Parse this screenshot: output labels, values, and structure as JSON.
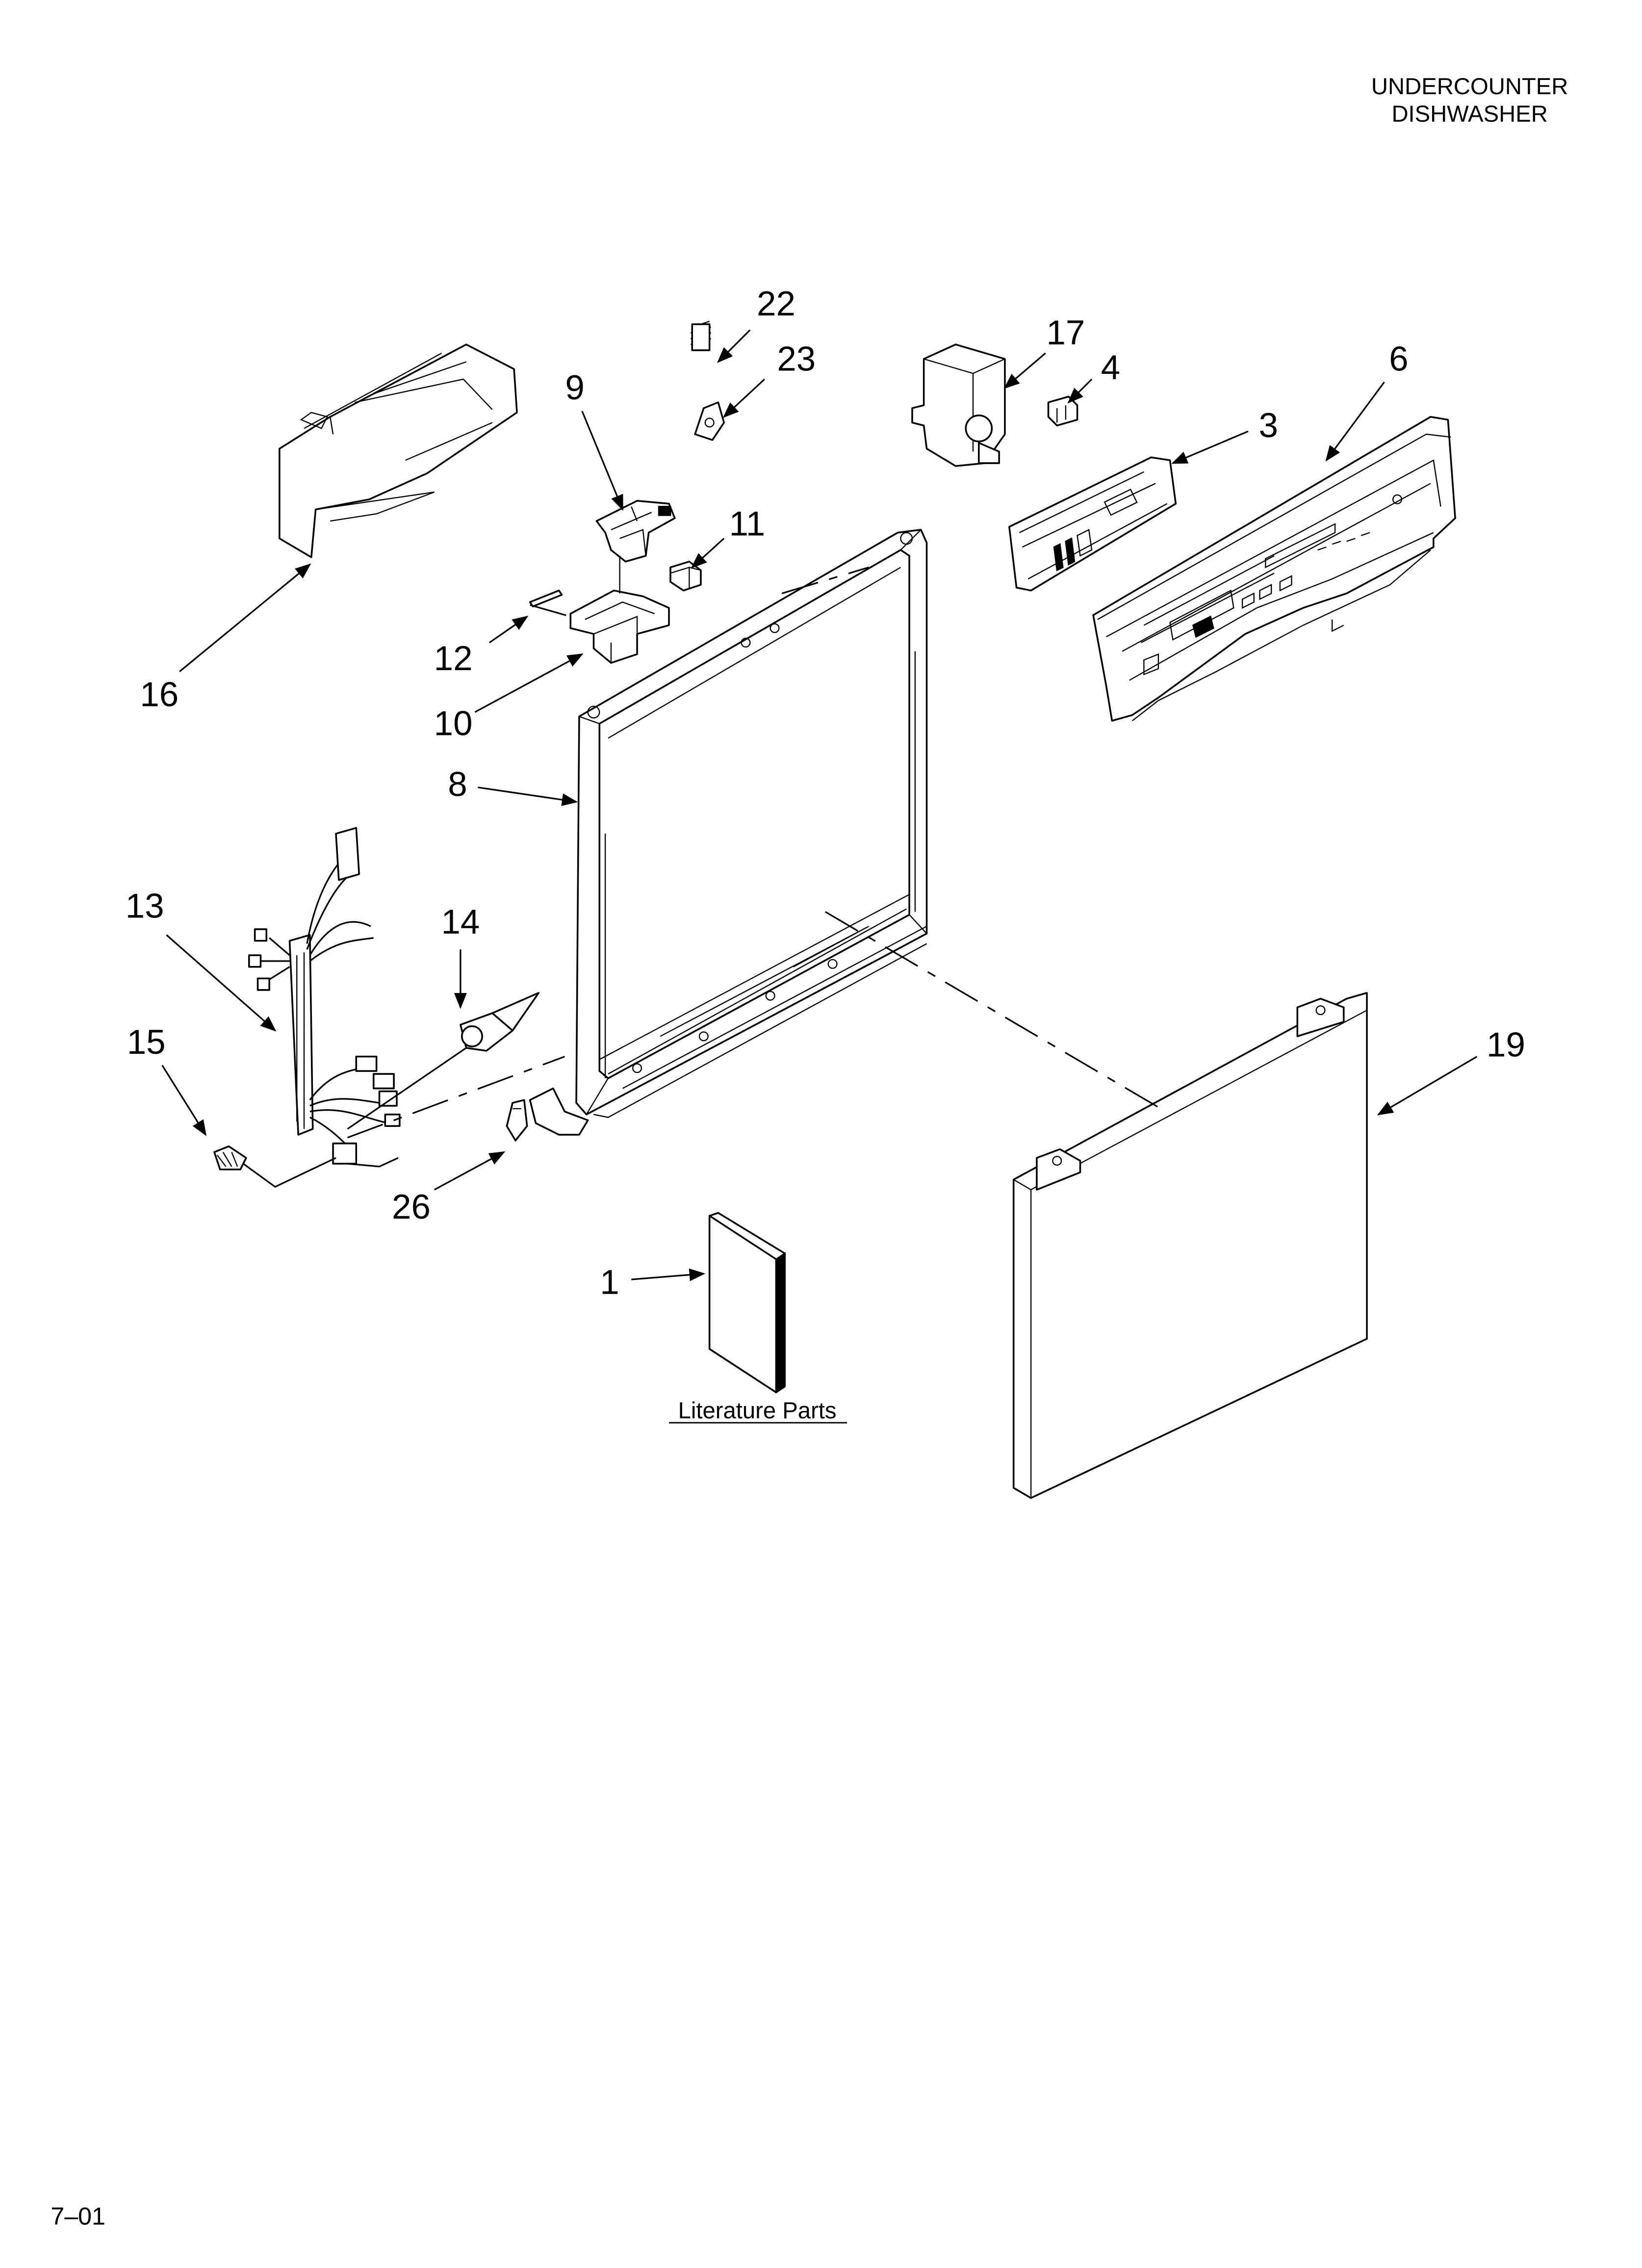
{
  "header": {
    "line1": "UNDERCOUNTER",
    "line2": "DISHWASHER"
  },
  "footer": {
    "code": "7–01"
  },
  "literature_label": "Literature Parts",
  "callouts": {
    "c1": "1",
    "c3": "3",
    "c4": "4",
    "c6": "6",
    "c8": "8",
    "c9": "9",
    "c10": "10",
    "c11": "11",
    "c12": "12",
    "c13": "13",
    "c14": "14",
    "c15": "15",
    "c16": "16",
    "c17": "17",
    "c19": "19",
    "c22": "22",
    "c23": "23",
    "c26": "26"
  }
}
